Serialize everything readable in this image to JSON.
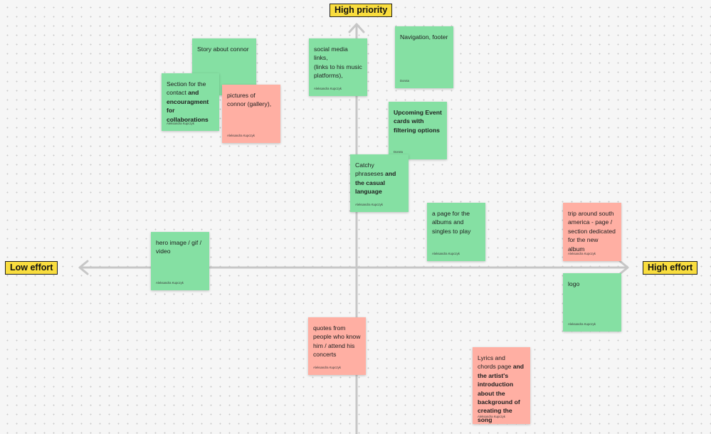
{
  "axes": {
    "top": "High priority",
    "left": "Low effort",
    "right": "High effort",
    "line_color": "#c7c7c7",
    "label_color": "#f9dd3e"
  },
  "colors": {
    "green": "#85e0a3",
    "red": "#ffafa3"
  },
  "notes": [
    {
      "id": "story",
      "color": "green",
      "text": [
        {
          "t": "Story about connor",
          "b": false
        }
      ],
      "author": ""
    },
    {
      "id": "contact",
      "color": "green",
      "text": [
        {
          "t": "Section for the contact ",
          "b": false
        },
        {
          "t": "and encouragment for collaborations",
          "b": true
        }
      ],
      "author": "Aleksandra Kupczyk"
    },
    {
      "id": "gallery",
      "color": "red",
      "text": [
        {
          "t": "pictures of connor (gallery),",
          "b": false
        }
      ],
      "author": "Aleksandra Kupczyk"
    },
    {
      "id": "social",
      "color": "green",
      "text": [
        {
          "t": "social media links,\n(links to his music platforms),",
          "b": false
        }
      ],
      "author": "Aleksandra Kupczyk"
    },
    {
      "id": "nav",
      "color": "green",
      "text": [
        {
          "t": "Navigation, footer",
          "b": false
        }
      ],
      "author": "Dorota"
    },
    {
      "id": "events",
      "color": "green",
      "text": [
        {
          "t": "Upcoming Event cards with filtering options",
          "b": true
        }
      ],
      "author": "Dorota"
    },
    {
      "id": "phrases",
      "color": "green",
      "text": [
        {
          "t": "Catchy phraseses ",
          "b": false
        },
        {
          "t": "and the casual language",
          "b": true
        }
      ],
      "author": "Aleksandra Kupczyk"
    },
    {
      "id": "albums",
      "color": "green",
      "text": [
        {
          "t": "a page for the albums and singles to play",
          "b": false
        }
      ],
      "author": "Aleksandra Kupczyk"
    },
    {
      "id": "trip",
      "color": "red",
      "text": [
        {
          "t": "trip around south america - page / section dedicated for the new album",
          "b": false
        }
      ],
      "author": "Aleksandra Kupczyk"
    },
    {
      "id": "hero",
      "color": "green",
      "text": [
        {
          "t": "hero image / gif / video",
          "b": false
        }
      ],
      "author": "Aleksandra Kupczyk"
    },
    {
      "id": "logo",
      "color": "green",
      "text": [
        {
          "t": "logo",
          "b": false
        }
      ],
      "author": "Aleksandra Kupczyk"
    },
    {
      "id": "quotes",
      "color": "red",
      "text": [
        {
          "t": "quotes from people who know him / attend his concerts",
          "b": false
        }
      ],
      "author": "Aleksandra Kupczyk"
    },
    {
      "id": "lyrics",
      "color": "red",
      "text": [
        {
          "t": "Lyrics and chords page ",
          "b": false
        },
        {
          "t": "and the artist's introduction about the background of creating the song",
          "b": true
        }
      ],
      "author": "Aleksandra Kupczyk"
    }
  ]
}
